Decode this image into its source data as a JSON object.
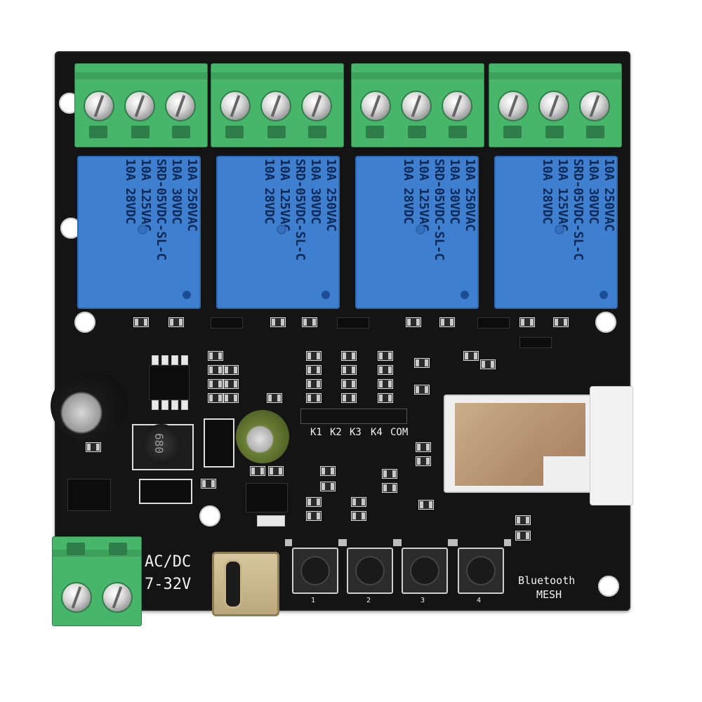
{
  "relay": {
    "line1": "10A 250VAC",
    "line2": "10A 30VDC",
    "line3": "SRD-05VDC-SL-C",
    "line4": "10A 125VAC",
    "line5": "10A 28VDC"
  },
  "silkscreen": {
    "k1": "K1",
    "k2": "K2",
    "k3": "K3",
    "k4": "K4",
    "com": "COM",
    "power1": "AC/DC",
    "power2": "7-32V",
    "brand1": "Bluetooth",
    "brand2": "MESH",
    "b1": "1",
    "b2": "2",
    "b3": "3",
    "b4": "4",
    "inductor": "680"
  },
  "colors": {
    "pcb": "#141414",
    "terminal": "#47b66a",
    "relay": "#3f7fd0",
    "silk": "#f2f2f2"
  }
}
